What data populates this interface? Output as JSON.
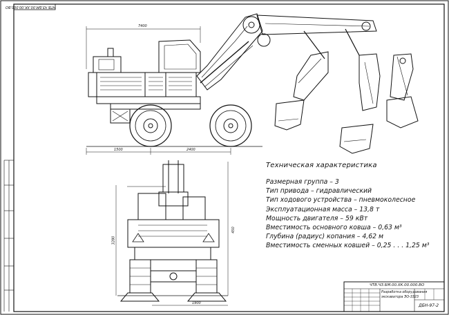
{
  "drawing": {
    "stamp_corner": "ЧТВ.ЧЗ.БМ.00.ХК.00.000.ВО",
    "spec_title": "Техническая характеристика",
    "spec_lines": [
      "Размерная группа – 3",
      "Тип привода – гидравлический",
      "Тип ходового устройства – пневмоколесное",
      "Эксплуатационная масса – 13,8 т",
      "Мощность двигателя – 59 кВт",
      "Вместимость основного ковша – 0,63 м³",
      "Глубина (радиус) копания – 4,62 м",
      "Вместимость сменных ковшей – 0,25 . . . 1,25 м³"
    ],
    "dimensions": {
      "overall_length": "7400",
      "wheel_offset": "1500",
      "wheelbase": "2400",
      "height_front": "3280",
      "height_right": "450",
      "track_width": "1900"
    },
    "title_block": {
      "designation": "ЧТВ.ЧЗ.БМ.00.ХК.00.000.ВО",
      "title_line1": "Разработка оборудования",
      "title_line2": "экскаватора ЭО-3323",
      "sheet_label": "ДБН-97-2"
    }
  }
}
